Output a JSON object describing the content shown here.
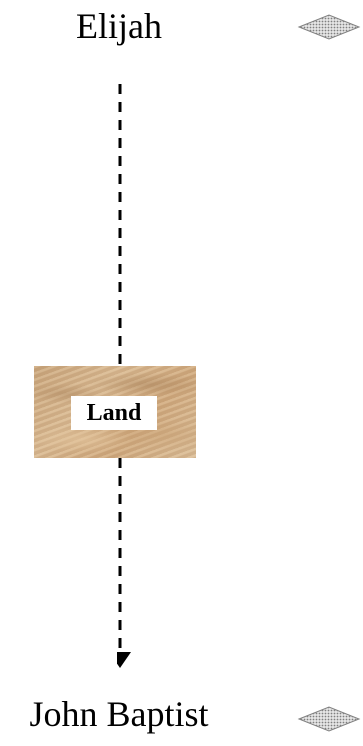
{
  "nodes": {
    "top": {
      "label": "Elijah"
    },
    "bottom": {
      "label": "John Baptist"
    },
    "middle": {
      "label": "Land"
    }
  },
  "connector": {
    "style": "dashed",
    "direction": "down",
    "color": "#000000"
  },
  "markers": {
    "shape": "diamond",
    "fill": "#c8c8c8",
    "stroke": "#808080"
  },
  "colors": {
    "background": "#ffffff",
    "land_texture": "#cfa87d"
  }
}
